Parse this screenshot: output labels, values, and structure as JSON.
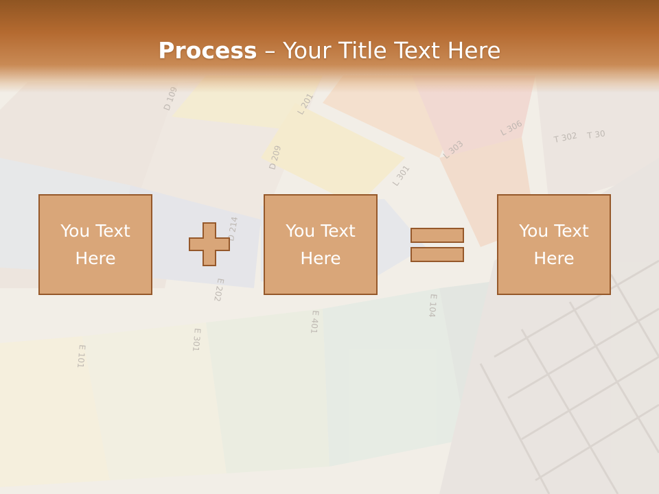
{
  "slide": {
    "title_bold": "Process",
    "title_rest": " – Your Title Text Here"
  },
  "process": {
    "boxes": [
      {
        "text": "You Text Here"
      },
      {
        "text": "You Text Here"
      },
      {
        "text": "You Text Here"
      }
    ],
    "operators": [
      "plus-icon",
      "equals-icon"
    ]
  },
  "swatch_labels": [
    "D 109",
    "L 201",
    "L 303",
    "L 306",
    "T 302",
    "T 30",
    "D 209",
    "L 301",
    "D 214",
    "E 202",
    "E 301",
    "E 101",
    "E 401",
    "E 104"
  ],
  "colors": {
    "header_dark": "#8f5522",
    "header_mid": "#b46a30",
    "box_fill": "#d9a679",
    "box_border": "#95582a",
    "text": "#ffffff"
  }
}
